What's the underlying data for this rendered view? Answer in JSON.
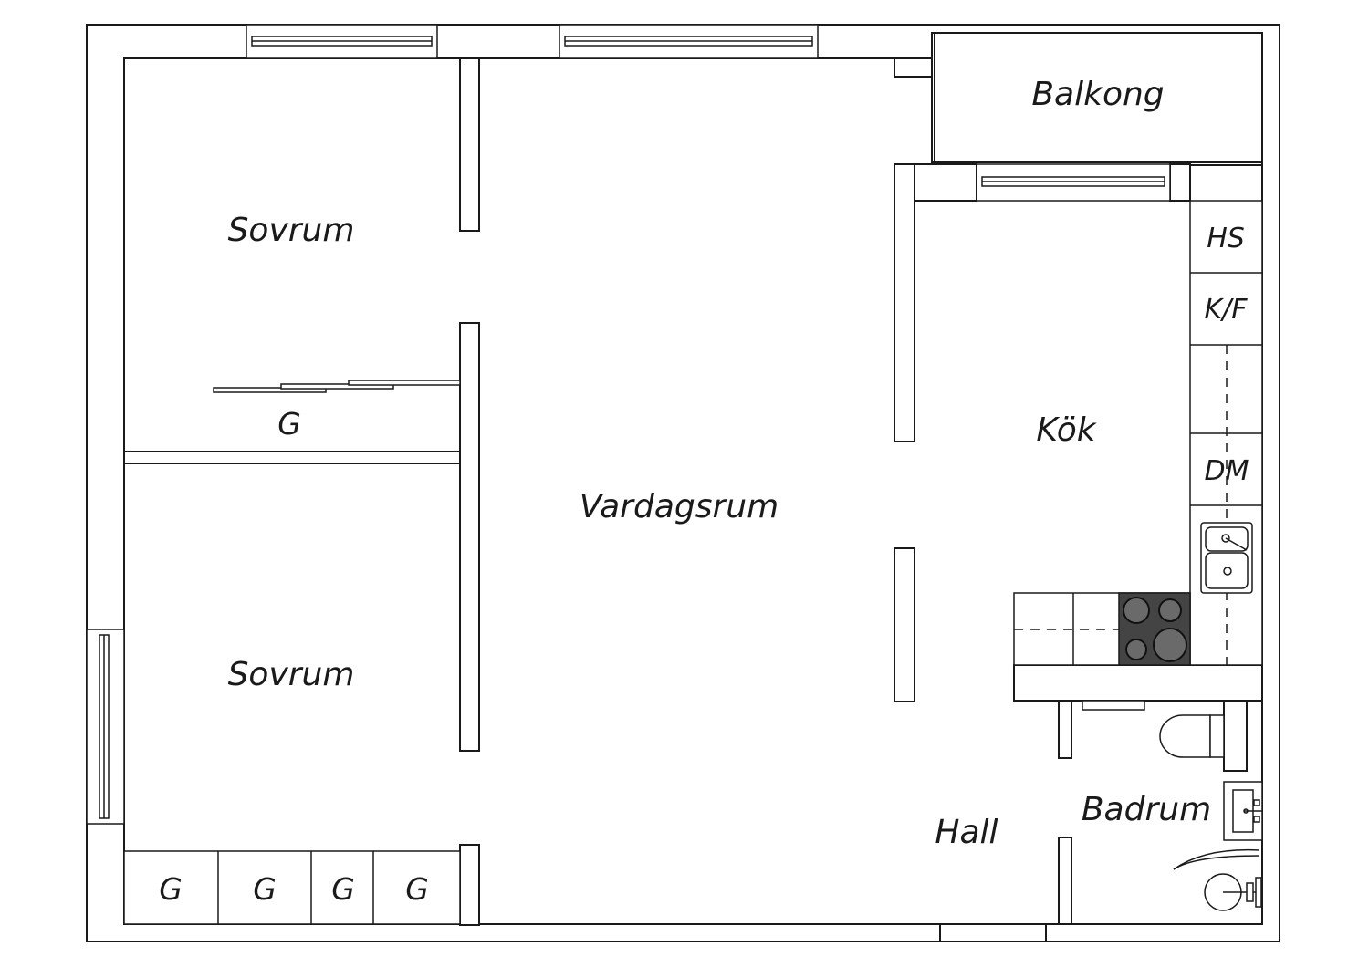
{
  "plan": {
    "rooms": {
      "sovrum_top": "Sovrum",
      "sovrum_bottom": "Sovrum",
      "vardagsrum": "Vardagsrum",
      "balkong": "Balkong",
      "kok": "Kök",
      "hall": "Hall",
      "badrum": "Badrum"
    },
    "fixtures": {
      "hs": "HS",
      "kf": "K/F",
      "dm": "DM"
    },
    "closets": {
      "sovrum_top": "G",
      "bottom_1": "G",
      "bottom_2": "G",
      "bottom_3": "G",
      "bottom_4": "G"
    }
  }
}
